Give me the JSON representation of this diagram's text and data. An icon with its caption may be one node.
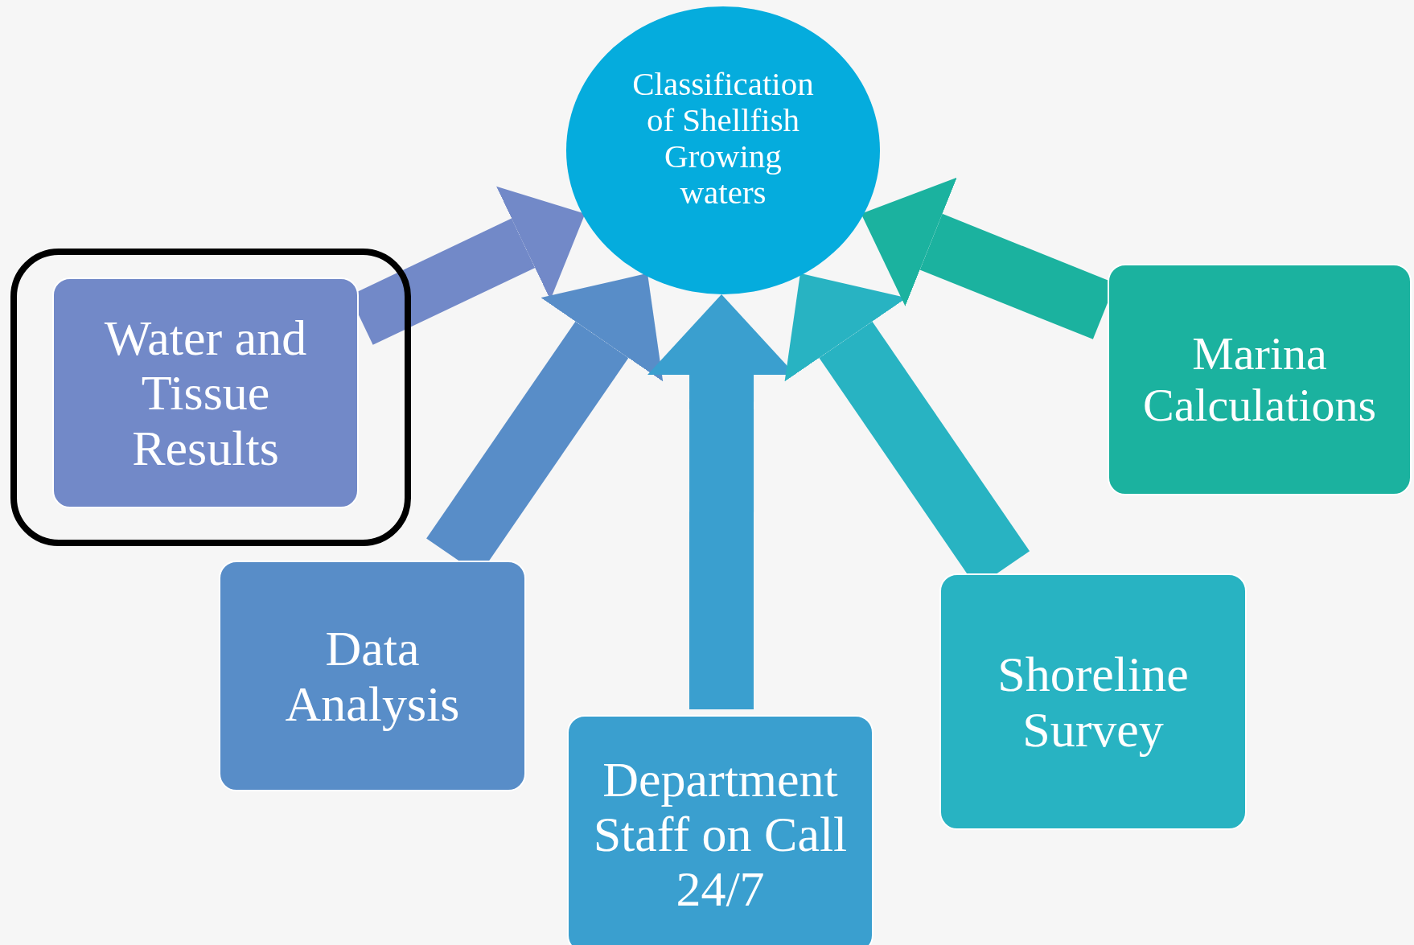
{
  "diagram": {
    "nodes": [
      {
        "text": [
          "Classification of Shellfish Growing waters"
        ]
      },
      {
        "text": [],
        "shape": "box"
      },
      {
        "text": [
          "Water and Tissue Results"
        ],
        "in": 1
      },
      {
        "text": [
          "Data Analysis"
        ]
      },
      {
        "text": [
          "Department Staff on Call 24/7"
        ]
      },
      {
        "text": [
          "Shoreline Survey"
        ]
      },
      {
        "text": [
          "Marina Calculations"
        ]
      }
    ],
    "edges": [
      {
        "from": 2,
        "to": 0,
        "arrow": "to",
        "color": "#7289c8"
      },
      {
        "from": 3,
        "to": 0,
        "arrow": "to",
        "color": "#588dc8"
      },
      {
        "from": 4,
        "to": 0,
        "arrow": "to",
        "color": "#3a9fcf"
      },
      {
        "from": 5,
        "to": 0,
        "arrow": "to",
        "color": "#28b3c2"
      },
      {
        "from": 6,
        "to": 0,
        "arrow": "to",
        "color": "#1bb29f"
      }
    ]
  }
}
